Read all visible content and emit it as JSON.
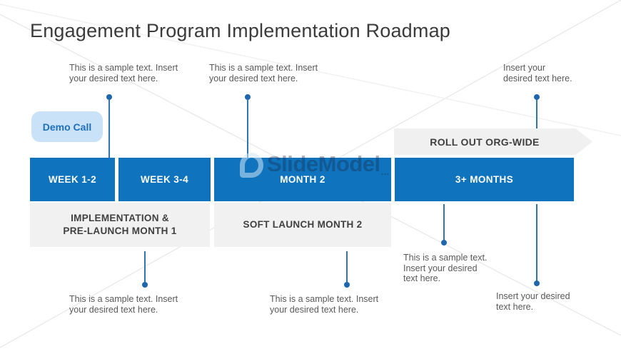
{
  "title": "Engagement Program Implementation Roadmap",
  "badge": {
    "label": "Demo Call"
  },
  "arrow": {
    "label": "ROLL OUT ORG-WIDE"
  },
  "timeline": {
    "segments": [
      {
        "label": "WEEK 1-2"
      },
      {
        "label": "WEEK 3-4"
      },
      {
        "label": "MONTH 2"
      },
      {
        "label": "3+ MONTHS"
      }
    ],
    "phases": [
      {
        "label": "IMPLEMENTATION &\nPRE-LAUNCH MONTH 1"
      },
      {
        "label": "SOFT LAUNCH MONTH 2"
      }
    ]
  },
  "notes": {
    "top_left": "This is a sample text. Insert\nyour desired text here.",
    "top_mid": "This is a sample text. Insert\nyour desired text here.",
    "top_right": "Insert your\ndesired text here.",
    "bottom_left": "This is a sample text. Insert\nyour desired text here.",
    "bottom_mid": "This is a sample text. Insert\nyour desired text here.",
    "bottom_right_first": "This is a sample text.\nInsert your desired\ntext here.",
    "bottom_right_second": "Insert your desired\ntext here."
  },
  "watermark": {
    "brand": "SlideModel",
    "suffix": "..."
  },
  "colors": {
    "bar_blue": "#0f74bd",
    "badge_bg": "#c9e2f7",
    "badge_text": "#1e6fbd",
    "gray_fill": "#f1f1f2",
    "connector_blue": "#2e75b6",
    "dot_blue": "#1f67ad",
    "title_text": "#3b3b3b",
    "note_text": "#595959",
    "dark_label": "#404040"
  }
}
